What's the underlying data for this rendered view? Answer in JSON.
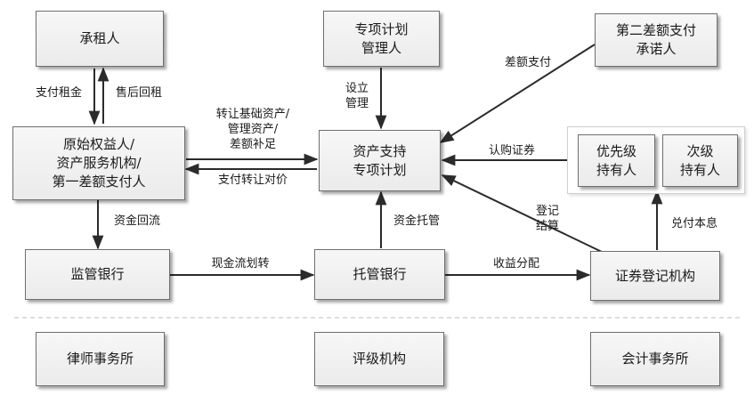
{
  "nodes": {
    "lessee": "承租人",
    "special_plan_manager": "专项计划\n管理人",
    "second_diff_guarantor": "第二差额支付\n承诺人",
    "originator": "原始权益人/\n资产服务机构/\n第一差额支付人",
    "abs_plan": "资产支持\n专项计划",
    "priority_holder": "优先级\n持有人",
    "subordinate_holder": "次级\n持有人",
    "supervising_bank": "监管银行",
    "custodian_bank": "托管银行",
    "securities_registry": "证券登记机构",
    "law_firm": "律师事务所",
    "rating_agency": "评级机构",
    "accounting_firm": "会计事务所"
  },
  "edges": {
    "pay_rent": "支付租金",
    "leaseback": "售后回租",
    "establish_manage": "设立\n管理",
    "diff_payment": "差额支付",
    "transfer_assets": "转让基础资产/\n管理资产/\n差额补足",
    "pay_consideration": "支付转让对价",
    "subscribe": "认购证券",
    "fund_return": "资金回流",
    "fund_custody": "资金托管",
    "register_settle": "登记\n结算",
    "pay_principal_interest": "兑付本息",
    "cash_transfer": "现金流划转",
    "income_distribution": "收益分配"
  }
}
